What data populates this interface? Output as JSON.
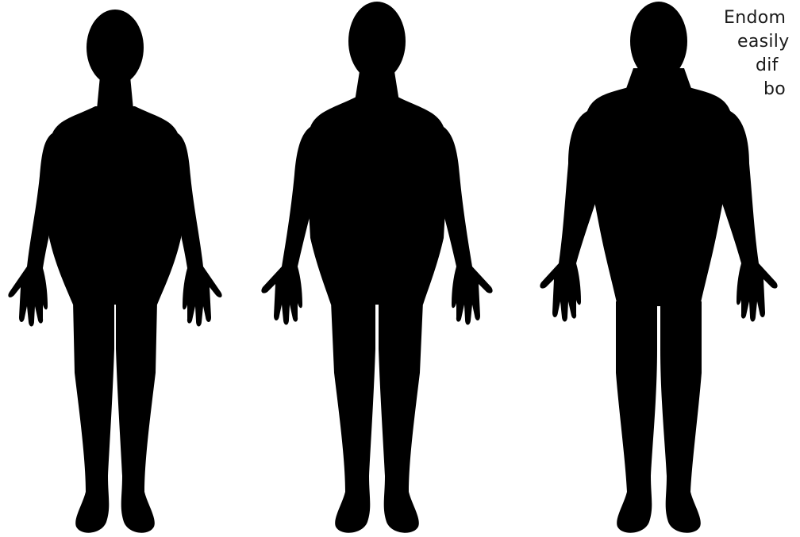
{
  "caption": {
    "lines": [
      "Endom",
      "easily",
      "dif",
      "bo"
    ]
  }
}
